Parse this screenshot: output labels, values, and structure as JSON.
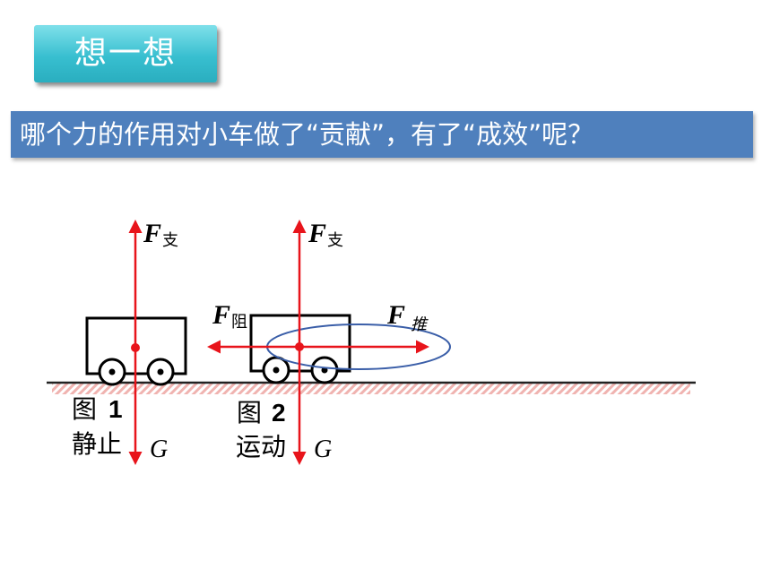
{
  "badge": {
    "label": "想一想"
  },
  "question": {
    "text": "哪个力的作用对小车做了“贡献”，有了“成效”呢？"
  },
  "diagram": {
    "fig1": {
      "title_prefix": "图",
      "title_number": "1",
      "state": "静止",
      "support_force": {
        "symbol": "F",
        "subscript": "支"
      },
      "gravity": "G"
    },
    "fig2": {
      "title_prefix": "图",
      "title_number": "2",
      "state": "运动",
      "support_force": {
        "symbol": "F",
        "subscript": "支"
      },
      "resistance_force": {
        "symbol": "F",
        "subscript": "阻"
      },
      "push_force": {
        "symbol": "F",
        "subscript": "推"
      },
      "gravity": "G"
    },
    "colors": {
      "force_arrow": "#e8141b",
      "highlight_ellipse": "#3a5ea8",
      "ground_hatch": "#f0b3b0",
      "ground_line": "#222222",
      "banner": "#4f80bd",
      "badge": "#38bfd0"
    }
  }
}
